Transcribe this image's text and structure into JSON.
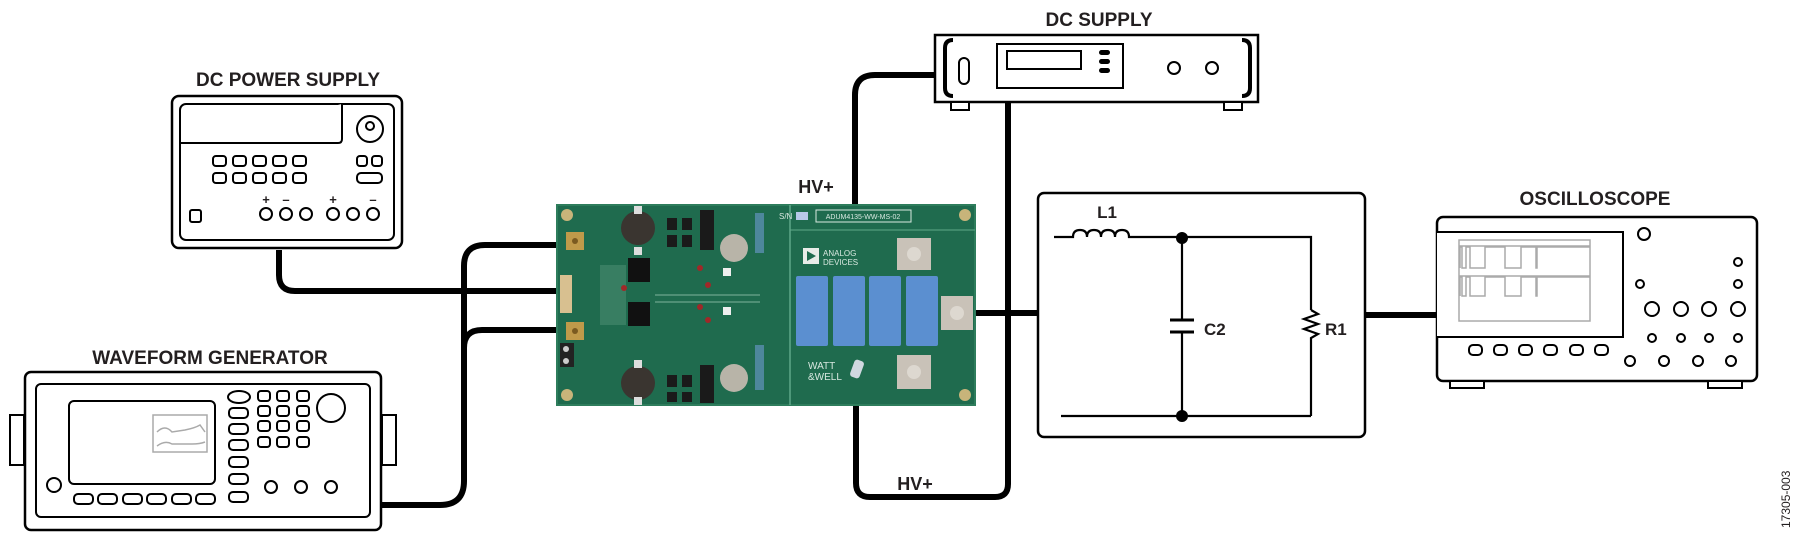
{
  "instruments": {
    "dc_power_supply": {
      "label": "DC POWER SUPPLY",
      "terminal_signs": [
        "+",
        "–",
        "+",
        "–"
      ]
    },
    "waveform_generator": {
      "label": "WAVEFORM GENERATOR"
    },
    "dc_supply": {
      "label": "DC SUPPLY"
    },
    "oscilloscope": {
      "label": "OSCILLOSCOPE"
    }
  },
  "board": {
    "serial_label": "S/N",
    "part_number": "ADUM4135-WW-MS-02",
    "logo_line1": "ANALOG",
    "logo_line2": "DEVICES",
    "brand_line1": "WATT",
    "brand_line2": "&WELL",
    "colors": {
      "pcb": "#1f6b4e",
      "capacitor": "#5b8fd0",
      "terminal": "#c9c2b8"
    }
  },
  "connections": {
    "hv_top_label": "HV+",
    "hv_bottom_label": "HV+"
  },
  "filter": {
    "inductor_label": "L1",
    "capacitor_label": "C2",
    "resistor_label": "R1"
  },
  "figure_id": "17305-003"
}
